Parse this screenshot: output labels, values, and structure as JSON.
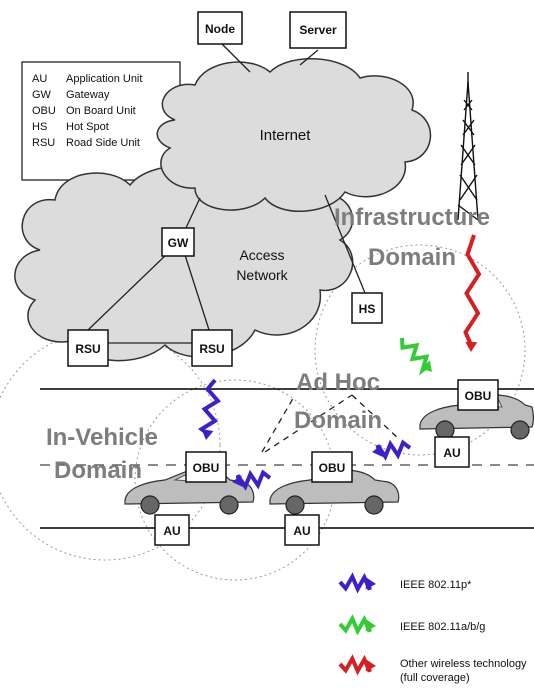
{
  "nodes": {
    "node": "Node",
    "server": "Server",
    "gw": "GW",
    "hs": "HS",
    "rsu_left": "RSU",
    "rsu_right": "RSU",
    "obu_left": "OBU",
    "obu_middle": "OBU",
    "obu_right": "OBU",
    "au_left": "AU",
    "au_middle": "AU",
    "au_right": "AU"
  },
  "clouds": {
    "internet": "Internet",
    "access_line1": "Access",
    "access_line2": "Network"
  },
  "domains": {
    "infrastructure_line1": "Infrastructure",
    "infrastructure_line2": "Domain",
    "adhoc_line1": "Ad Hoc",
    "adhoc_line2": "Domain",
    "invehicle_line1": "In-Vehicle",
    "invehicle_line2": "Domain"
  },
  "abbreviations": [
    {
      "abbr": "AU",
      "meaning": "Application Unit"
    },
    {
      "abbr": "GW",
      "meaning": "Gateway"
    },
    {
      "abbr": "OBU",
      "meaning": "On Board Unit"
    },
    {
      "abbr": "HS",
      "meaning": "Hot Spot"
    },
    {
      "abbr": "RSU",
      "meaning": "Road Side Unit"
    }
  ],
  "legend": [
    {
      "label": "IEEE 802.11p*",
      "color": "#3a22c8"
    },
    {
      "label": "IEEE 802.11a/b/g",
      "color": "#33cc33"
    },
    {
      "label": "Other wireless technology",
      "label2": "(full coverage)",
      "color": "#d42020"
    }
  ],
  "icons": {
    "tower": "radio-tower-icon",
    "car": "car-icon",
    "wireless": "lightning-link-icon"
  }
}
